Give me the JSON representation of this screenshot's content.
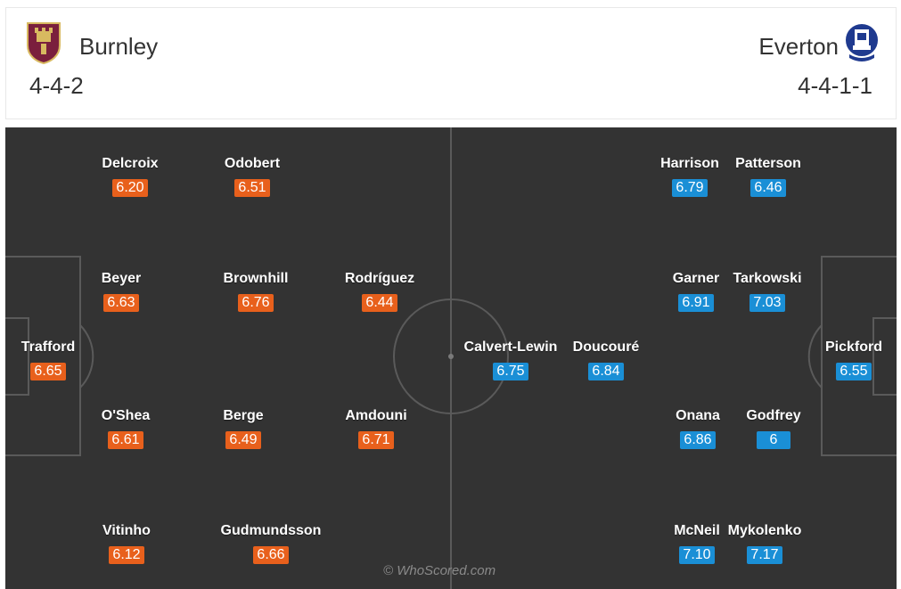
{
  "home": {
    "name": "Burnley",
    "formation": "4-4-2",
    "color": "#e8601c",
    "crest_icon": "burnley-crest-icon",
    "players": [
      {
        "name": "Delcroix",
        "rating": "6.20"
      },
      {
        "name": "Odobert",
        "rating": "6.51"
      },
      {
        "name": "Beyer",
        "rating": "6.63"
      },
      {
        "name": "Brownhill",
        "rating": "6.76"
      },
      {
        "name": "Rodríguez",
        "rating": "6.44"
      },
      {
        "name": "Trafford",
        "rating": "6.65"
      },
      {
        "name": "O'Shea",
        "rating": "6.61"
      },
      {
        "name": "Berge",
        "rating": "6.49"
      },
      {
        "name": "Amdouni",
        "rating": "6.71"
      },
      {
        "name": "Vitinho",
        "rating": "6.12"
      },
      {
        "name": "Gudmundsson",
        "rating": "6.66"
      }
    ]
  },
  "away": {
    "name": "Everton",
    "formation": "4-4-1-1",
    "color": "#1a8fd6",
    "crest_icon": "everton-crest-icon",
    "players": [
      {
        "name": "Harrison",
        "rating": "6.79"
      },
      {
        "name": "Patterson",
        "rating": "6.46"
      },
      {
        "name": "Garner",
        "rating": "6.91"
      },
      {
        "name": "Tarkowski",
        "rating": "7.03"
      },
      {
        "name": "Calvert-Lewin",
        "rating": "6.75"
      },
      {
        "name": "Doucouré",
        "rating": "6.84"
      },
      {
        "name": "Pickford",
        "rating": "6.55"
      },
      {
        "name": "Onana",
        "rating": "6.86"
      },
      {
        "name": "Godfrey",
        "rating": "6"
      },
      {
        "name": "McNeil",
        "rating": "7.10"
      },
      {
        "name": "Mykolenko",
        "rating": "7.17"
      }
    ]
  },
  "watermark": "© WhoScored.com"
}
